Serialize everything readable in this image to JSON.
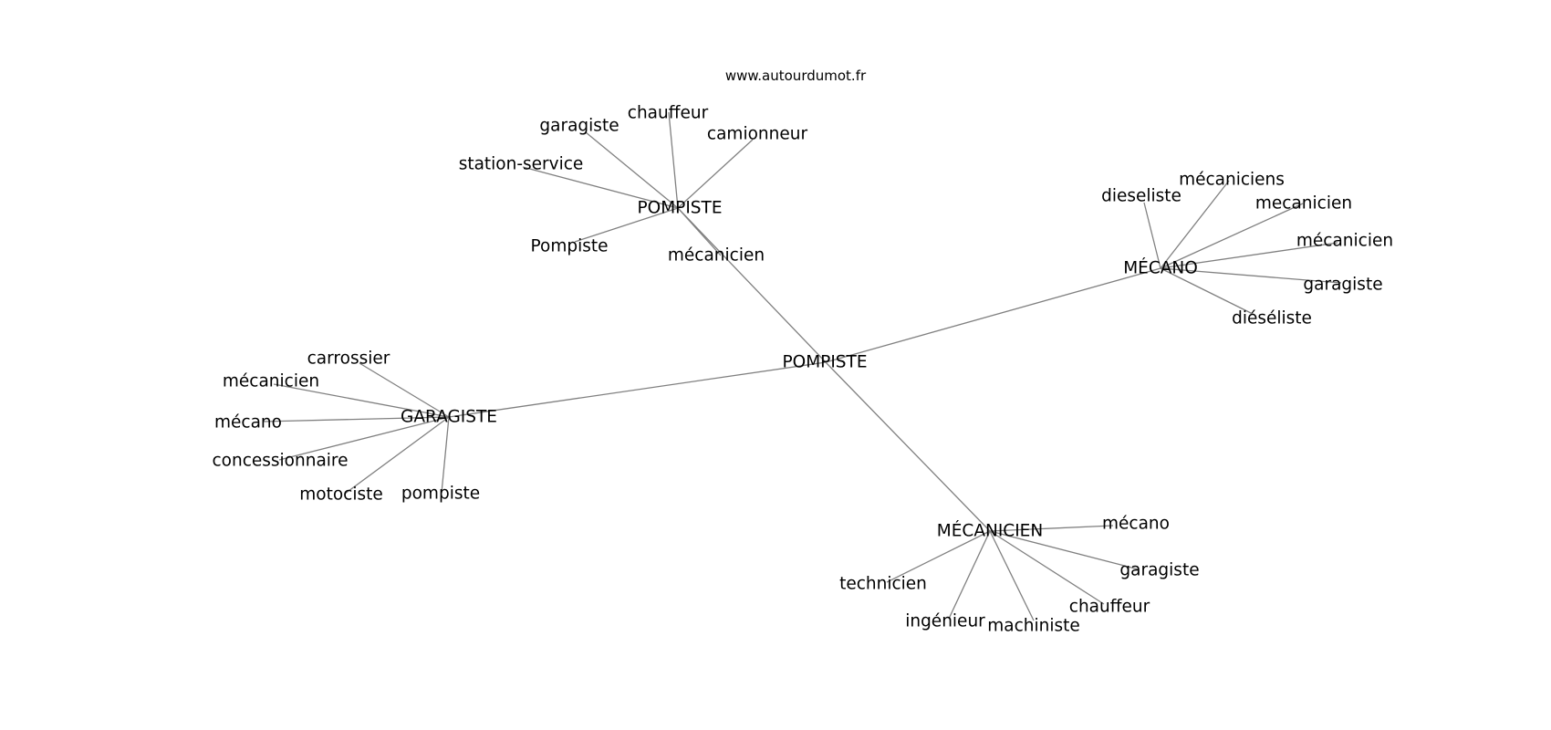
{
  "header": {
    "source": "www.autourdumot.fr"
  },
  "graph": {
    "center": {
      "id": "center",
      "label": "POMPISTE"
    },
    "hubs": [
      {
        "id": "hub-pompiste",
        "label": "POMPISTE",
        "leaves": [
          {
            "id": "p-garagiste",
            "label": "garagiste"
          },
          {
            "id": "p-chauffeur",
            "label": "chauffeur"
          },
          {
            "id": "p-camionneur",
            "label": "camionneur"
          },
          {
            "id": "p-station-service",
            "label": "station-service"
          },
          {
            "id": "p-pompiste-cap",
            "label": "Pompiste"
          },
          {
            "id": "p-mecanicien",
            "label": "mécanicien"
          }
        ]
      },
      {
        "id": "hub-mecano",
        "label": "MÉCANO",
        "leaves": [
          {
            "id": "m-dieseliste",
            "label": "dieseliste"
          },
          {
            "id": "m-mecaniciens",
            "label": "mécaniciens"
          },
          {
            "id": "m-mecanicien-noacc",
            "label": "mecanicien"
          },
          {
            "id": "m-mecanicien",
            "label": "mécanicien"
          },
          {
            "id": "m-garagiste",
            "label": "garagiste"
          },
          {
            "id": "m-dieseliste-acc",
            "label": "diéséliste"
          }
        ]
      },
      {
        "id": "hub-garagiste",
        "label": "GARAGISTE",
        "leaves": [
          {
            "id": "g-carrossier",
            "label": "carrossier"
          },
          {
            "id": "g-mecanicien",
            "label": "mécanicien"
          },
          {
            "id": "g-mecano",
            "label": "mécano"
          },
          {
            "id": "g-concessionnaire",
            "label": "concessionnaire"
          },
          {
            "id": "g-motociste",
            "label": "motociste"
          },
          {
            "id": "g-pompiste",
            "label": "pompiste"
          }
        ]
      },
      {
        "id": "hub-mecanicien",
        "label": "MÉCANICIEN",
        "leaves": [
          {
            "id": "c-mecano",
            "label": "mécano"
          },
          {
            "id": "c-garagiste",
            "label": "garagiste"
          },
          {
            "id": "c-chauffeur",
            "label": "chauffeur"
          },
          {
            "id": "c-technicien",
            "label": "technicien"
          },
          {
            "id": "c-ingenieur",
            "label": "ingénieur"
          },
          {
            "id": "c-machiniste",
            "label": "machiniste"
          }
        ]
      }
    ]
  }
}
